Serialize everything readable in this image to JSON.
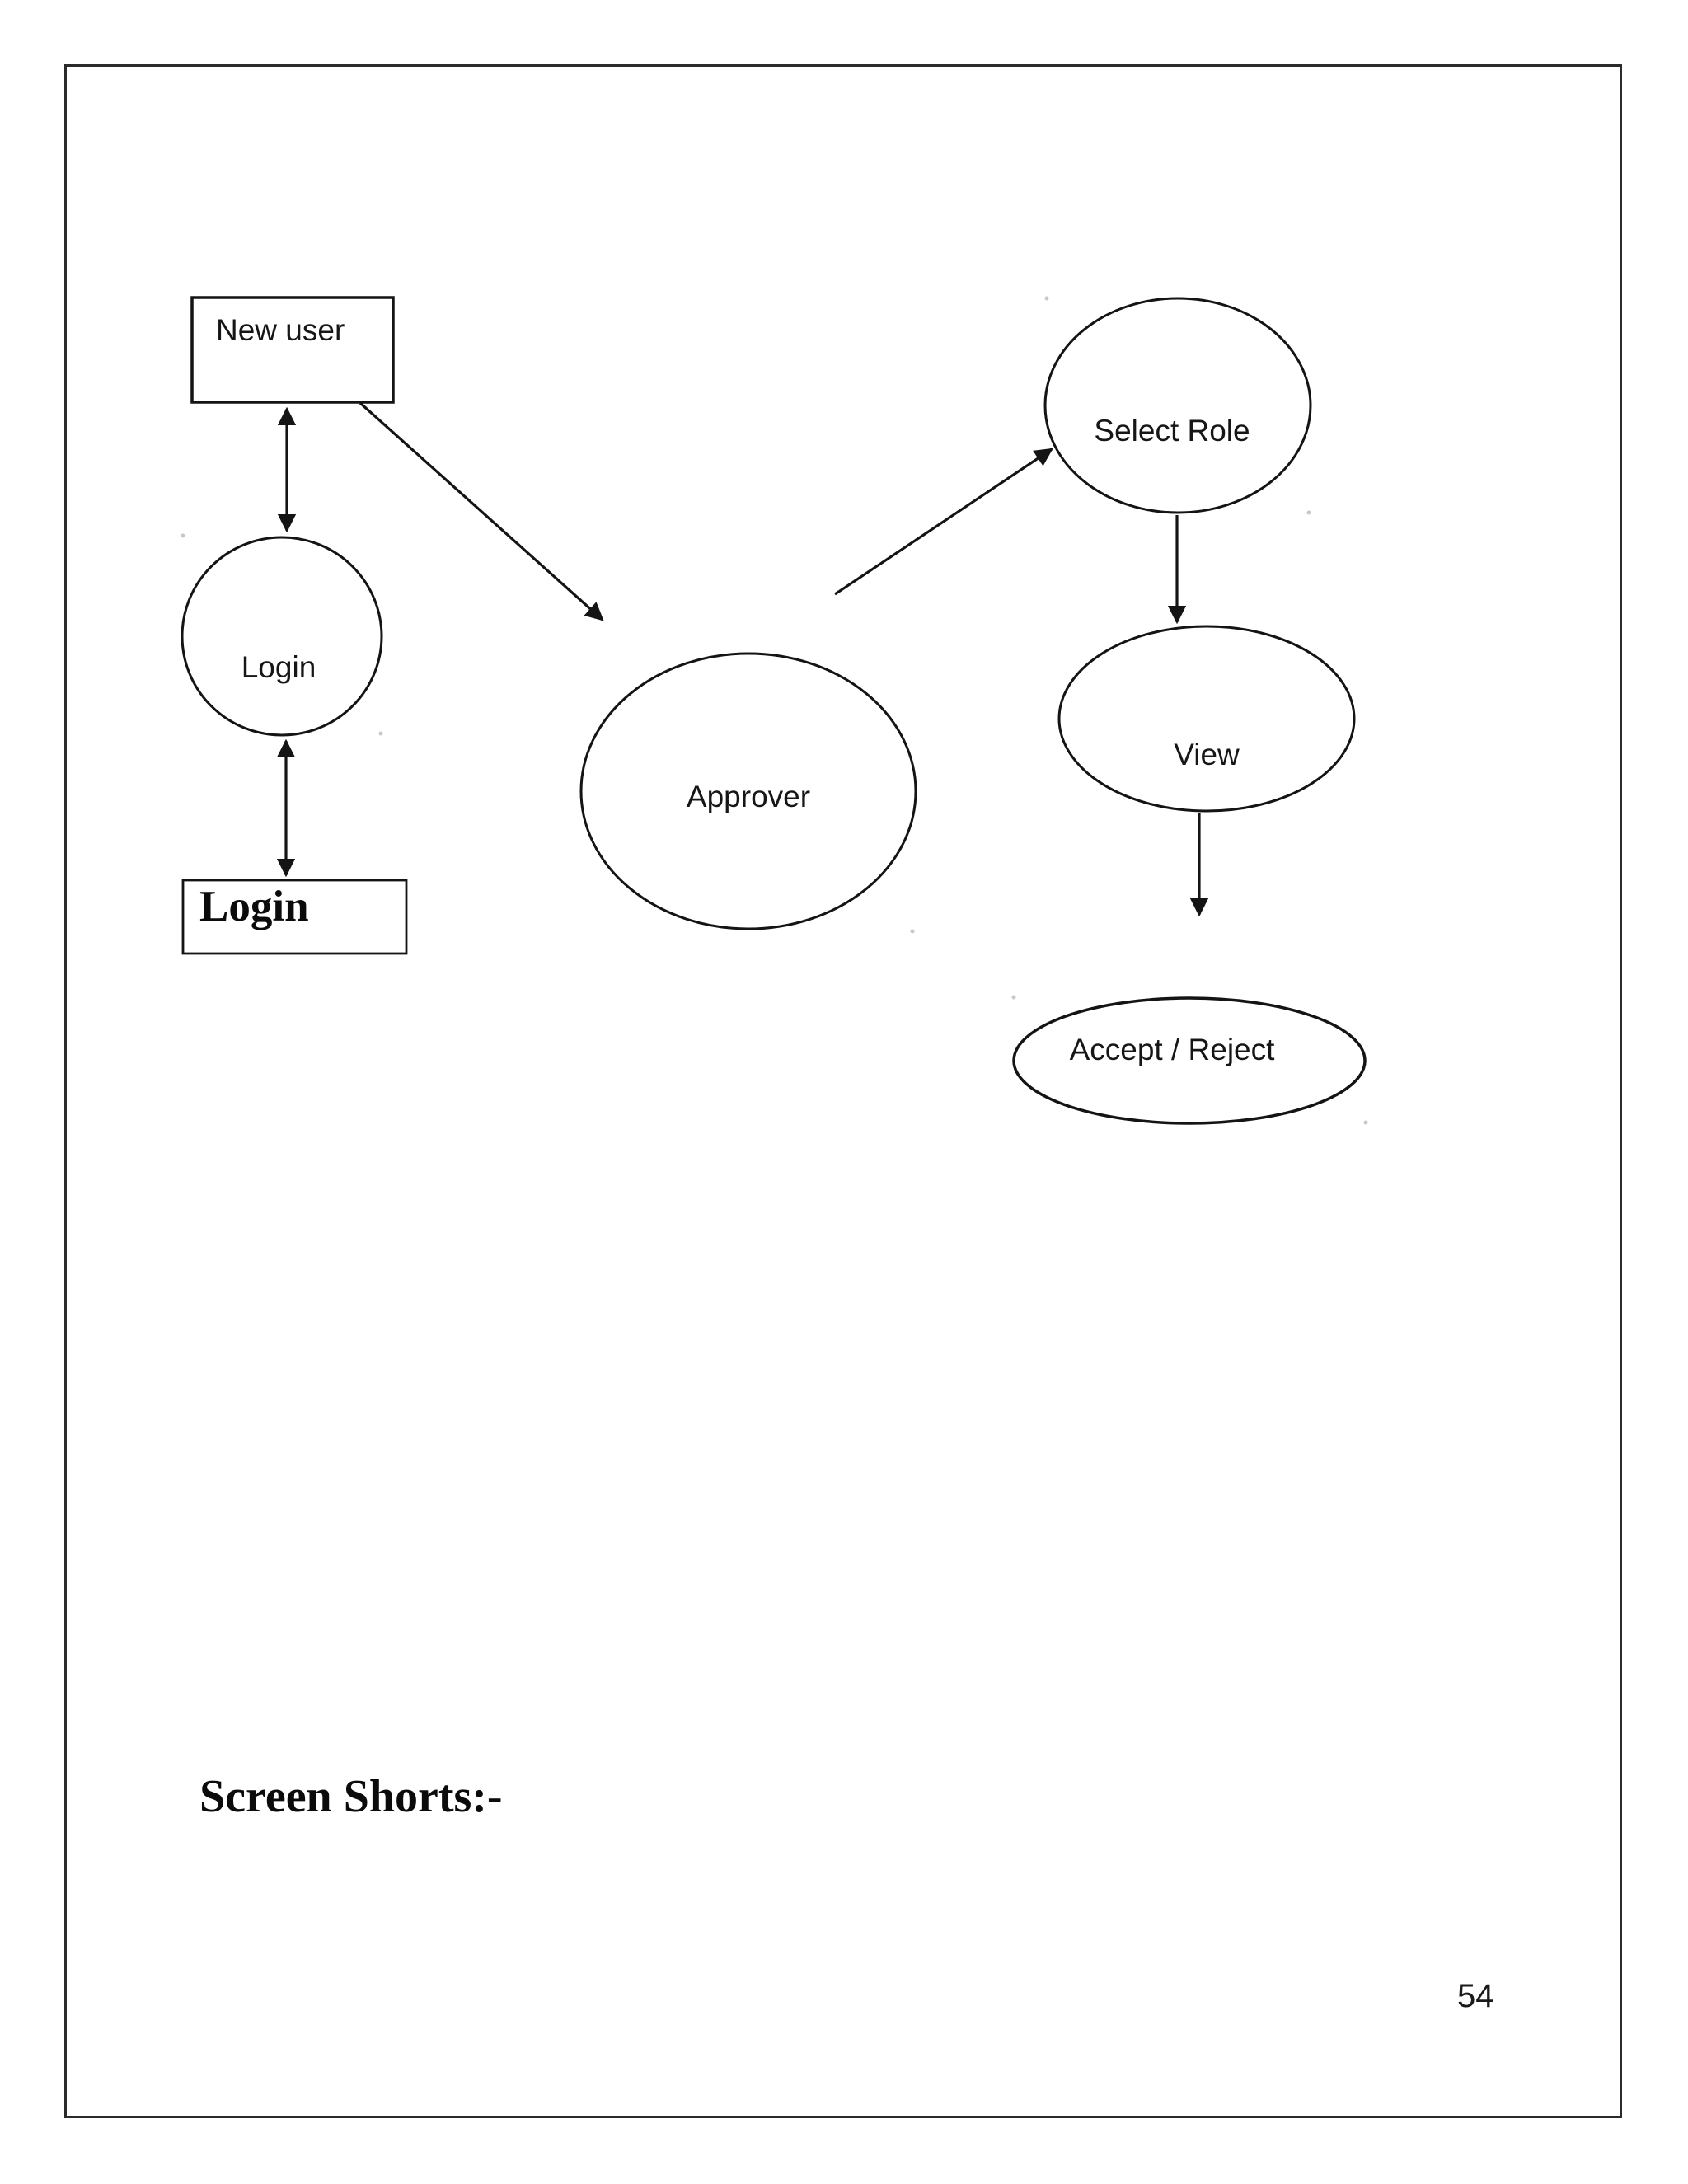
{
  "page": {
    "heading": "Screen Shorts:-",
    "number": "54"
  },
  "diagram": {
    "type": "use-case-flow-diagram",
    "nodes": [
      {
        "id": "new-user",
        "shape": "rectangle",
        "label": "New user"
      },
      {
        "id": "login-usecase",
        "shape": "circle",
        "label": "Login"
      },
      {
        "id": "login-screen",
        "shape": "rectangle",
        "label": "Login"
      },
      {
        "id": "approver",
        "shape": "ellipse",
        "label": "Approver"
      },
      {
        "id": "select-role",
        "shape": "ellipse",
        "label": "Select Role"
      },
      {
        "id": "view",
        "shape": "ellipse",
        "label": "View"
      },
      {
        "id": "accept-reject",
        "shape": "ellipse",
        "label": "Accept / Reject"
      }
    ],
    "edges": [
      {
        "from": "new-user",
        "to": "login-usecase",
        "style": "double-arrow"
      },
      {
        "from": "login-usecase",
        "to": "login-screen",
        "style": "double-arrow"
      },
      {
        "from": "new-user",
        "to": "approver",
        "style": "arrow"
      },
      {
        "from": "approver",
        "to": "select-role",
        "style": "arrow"
      },
      {
        "from": "select-role",
        "to": "view",
        "style": "arrow"
      },
      {
        "from": "view",
        "to": "accept-reject",
        "style": "arrow"
      }
    ],
    "line_color": "#141414"
  }
}
